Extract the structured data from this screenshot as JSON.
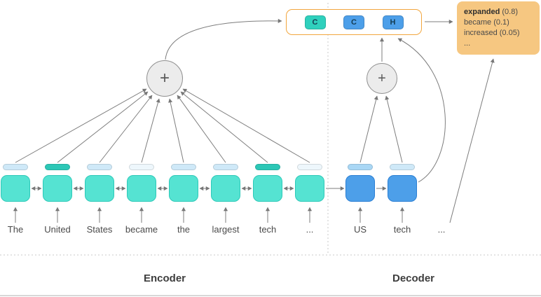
{
  "encoder": {
    "label": "Encoder",
    "plus_symbol": "+",
    "words": [
      "The",
      "United",
      "States",
      "became",
      "the",
      "largest",
      "tech",
      "..."
    ],
    "bar_colors": [
      "#cfe9f8",
      "#2cc7b6",
      "#cfe9f8",
      "#eef7fc",
      "#cfe9f8",
      "#cfe9f8",
      "#2cc7b6",
      "#eef7fc"
    ],
    "cell_color": "#55e3d2"
  },
  "decoder": {
    "label": "Decoder",
    "plus_symbol": "+",
    "words": [
      "US",
      "tech",
      "..."
    ],
    "bar_colors": [
      "#a9d7f5",
      "#cfe9f8"
    ],
    "cell_color": "#4d9fe9"
  },
  "context_vector": {
    "border_color": "#f2a63e",
    "chips": [
      {
        "label": "C",
        "color": "#2fd0bd"
      },
      {
        "label": "C",
        "color": "#4d9fe9"
      },
      {
        "label": "H",
        "color": "#4d9fe9"
      }
    ]
  },
  "predictions": {
    "background": "#f6c781",
    "items": [
      {
        "word": "expanded",
        "prob": "(0.8)"
      },
      {
        "word": "became",
        "prob": "(0.1)"
      },
      {
        "word": "increased",
        "prob": "(0.05)"
      }
    ],
    "ellipsis": "..."
  }
}
